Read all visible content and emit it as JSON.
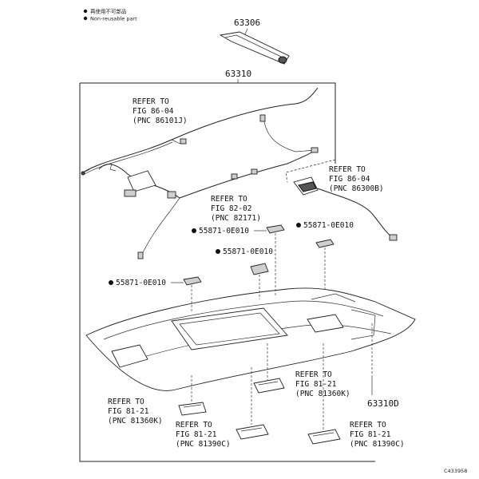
{
  "legend": {
    "item1": "再使用不可部品",
    "item2": "Non-reusable part"
  },
  "parts": {
    "p63306": "63306",
    "p63310": "63310",
    "p63310D": "63310D",
    "clip_a": "55871-0E010",
    "clip_b": "55871-0E010",
    "clip_c": "55871-0E010",
    "clip_d": "55871-0E010"
  },
  "refs": {
    "r86_04_a": [
      "REFER TO",
      "FIG 86-04",
      "(PNC 86101J)"
    ],
    "r86_04_b": [
      "REFER TO",
      "FIG 86-04",
      "(PNC 86300B)"
    ],
    "r82_02": [
      "REFER TO",
      "FIG 82-02",
      "(PNC 82171)"
    ],
    "r81_21_a": [
      "REFER TO",
      "FIG 81-21",
      "(PNC 81360K)"
    ],
    "r81_21_b": [
      "REFER TO",
      "FIG 81-21",
      "(PNC 81360K)"
    ],
    "r81_21_c": [
      "REFER TO",
      "FIG 81-21",
      "(PNC 81390C)"
    ],
    "r81_21_d": [
      "REFER TO",
      "FIG 81-21",
      "(PNC 81390C)"
    ]
  },
  "figure_code": "C433958"
}
